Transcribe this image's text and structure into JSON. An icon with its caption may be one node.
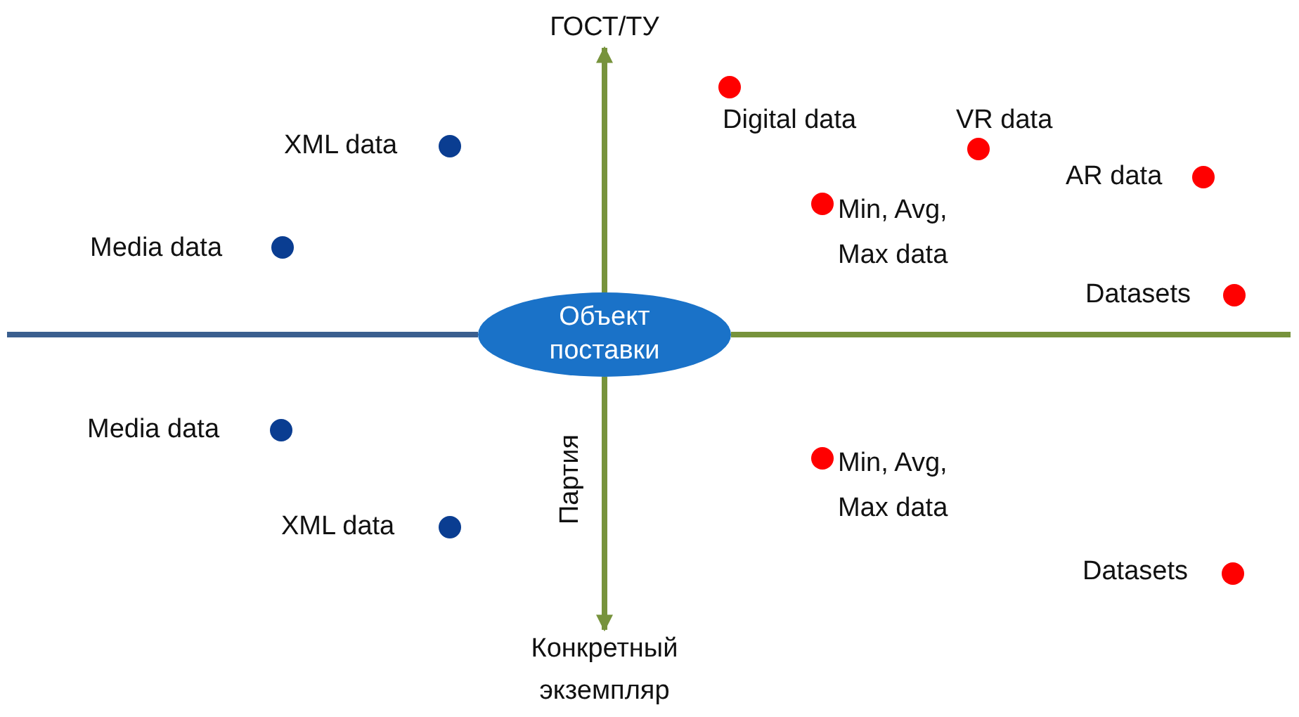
{
  "diagram": {
    "nodes": [
      {
        "text": [
          "Объект поставки"
        ]
      },
      {
        "text": [
          "ГОСТ/ТУ"
        ]
      },
      {
        "text": [
          "Конкретный экземпляр"
        ]
      }
    ],
    "edges": [
      {
        "from": 0,
        "to": 1,
        "arrow": "to"
      },
      {
        "from": 0,
        "to": 2,
        "arrow": "to"
      }
    ],
    "labels": [
      "Digital data",
      "XML data",
      "VR data",
      "AR data",
      "Min, Avg, Max data",
      "Media data",
      "Datasets",
      "Media data",
      "Партия",
      "Min, Avg, Max data",
      "XML data",
      "Datasets"
    ]
  }
}
